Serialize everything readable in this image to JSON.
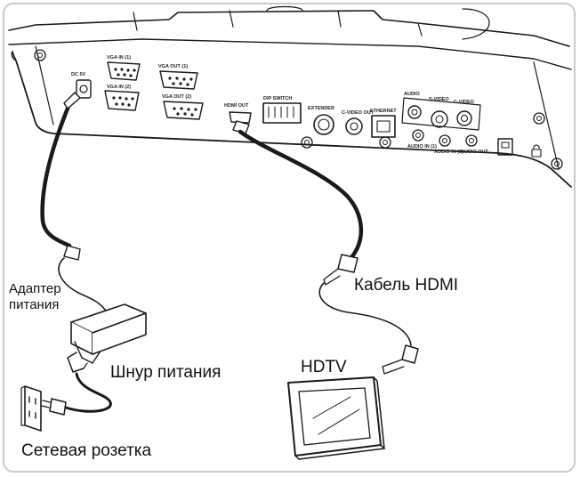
{
  "labels": {
    "adapter_line1": "Адаптер",
    "adapter_line2": "питания",
    "hdmi_cable": "Кабель HDMI",
    "power_cord": "Шнур питания",
    "hdtv": "HDTV",
    "outlet": "Сетевая розетка"
  },
  "ports": {
    "dc": "DC 5V",
    "vga_in_1": "VGA IN (1)",
    "vga_in_2": "VGA IN (2)",
    "vga_out_1": "VGA OUT (1)",
    "vga_out_2": "VGA OUT (2)",
    "hdmi_out": "HDMI OUT",
    "dip_switch": "DIP SWITCH",
    "extender": "EXTENDER",
    "cvideo_out": "C-VIDEO OUT",
    "ethernet": "ETHERNET",
    "audio": "AUDIO",
    "svideo": "S-VIDEO",
    "cvideo": "C-VIDEO",
    "audio_in_1": "AUDIO IN (1)",
    "audio_in_2": "AUDIO IN (2)",
    "audio_out": "AUDIO OUT"
  }
}
